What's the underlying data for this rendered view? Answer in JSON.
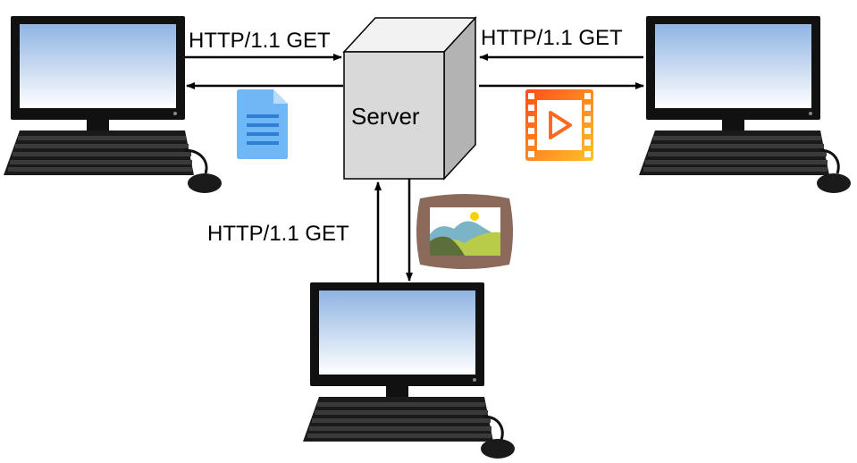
{
  "diagram": {
    "server": {
      "label": "Server"
    },
    "left_client": {
      "request_label": "HTTP/1.1 GET",
      "response_icon": "document-icon"
    },
    "right_client": {
      "request_label": "HTTP/1.1 GET",
      "response_icon": "video-icon"
    },
    "bottom_client": {
      "request_label": "HTTP/1.1 GET",
      "response_icon": "image-icon"
    },
    "colors": {
      "screen_top": "#8fb4e3",
      "screen_bottom": "#ffffff",
      "monitor": "#111111",
      "server_front": "#d9d9d9",
      "document": "#6fb8f5",
      "video_start": "#ff4d1a",
      "video_end": "#ffc229",
      "frame": "#8b6a5c"
    }
  }
}
